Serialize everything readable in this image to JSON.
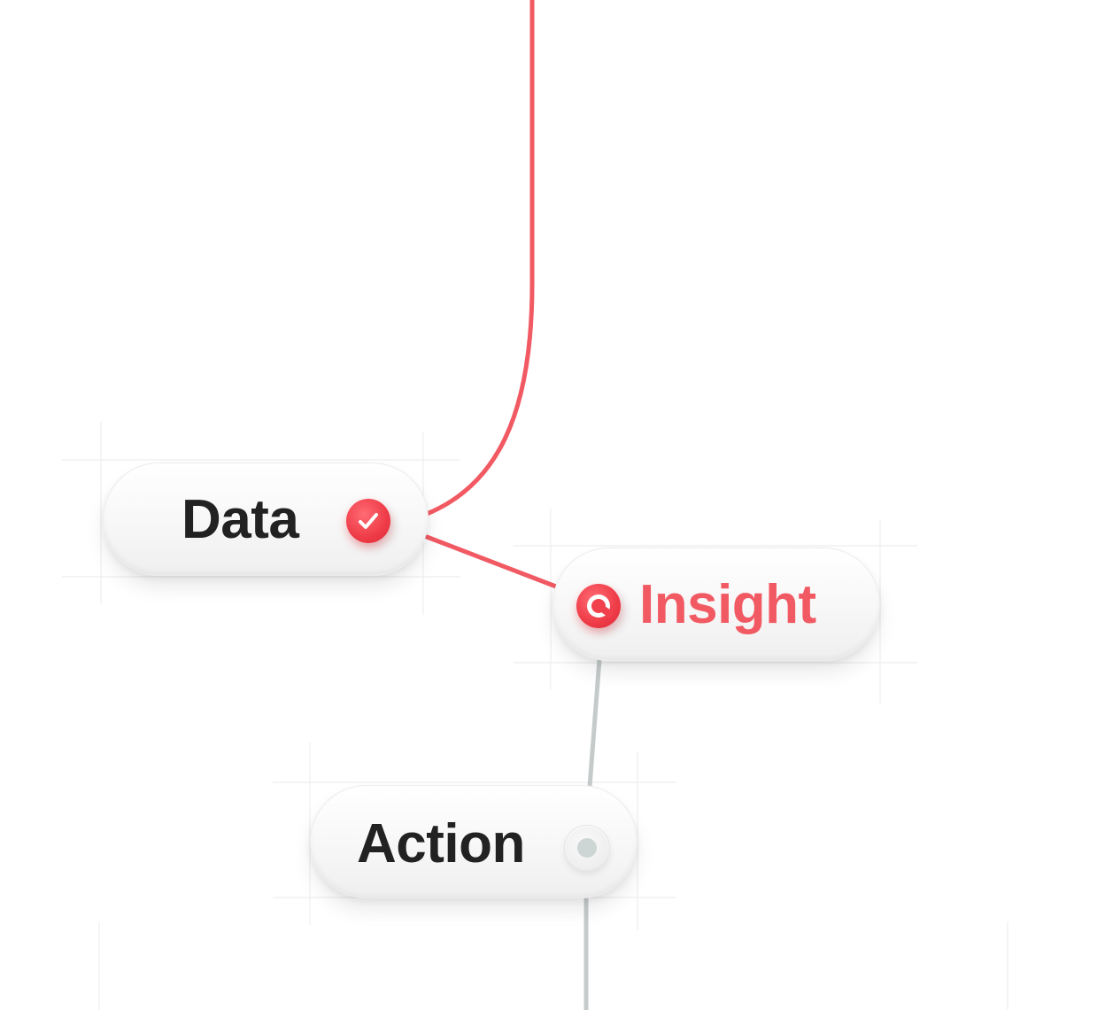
{
  "diagram": {
    "nodes": [
      {
        "id": "data",
        "label": "Data",
        "status": "complete",
        "icon": "check-circle-icon"
      },
      {
        "id": "insight",
        "label": "Insight",
        "status": "active",
        "icon": "target-ring-icon"
      },
      {
        "id": "action",
        "label": "Action",
        "status": "pending",
        "icon": "pending-dot-icon"
      }
    ],
    "edges": [
      {
        "from": "top",
        "to": "data",
        "state": "active"
      },
      {
        "from": "data",
        "to": "insight",
        "state": "active"
      },
      {
        "from": "insight",
        "to": "action",
        "state": "inactive"
      },
      {
        "from": "action",
        "to": "bottom",
        "state": "inactive"
      }
    ]
  },
  "colors": {
    "accent": "#f2545d",
    "accent_line": "#f25a63",
    "inactive_line": "#c5cbcb",
    "text_dark": "#222222",
    "grid": "#ececec"
  }
}
